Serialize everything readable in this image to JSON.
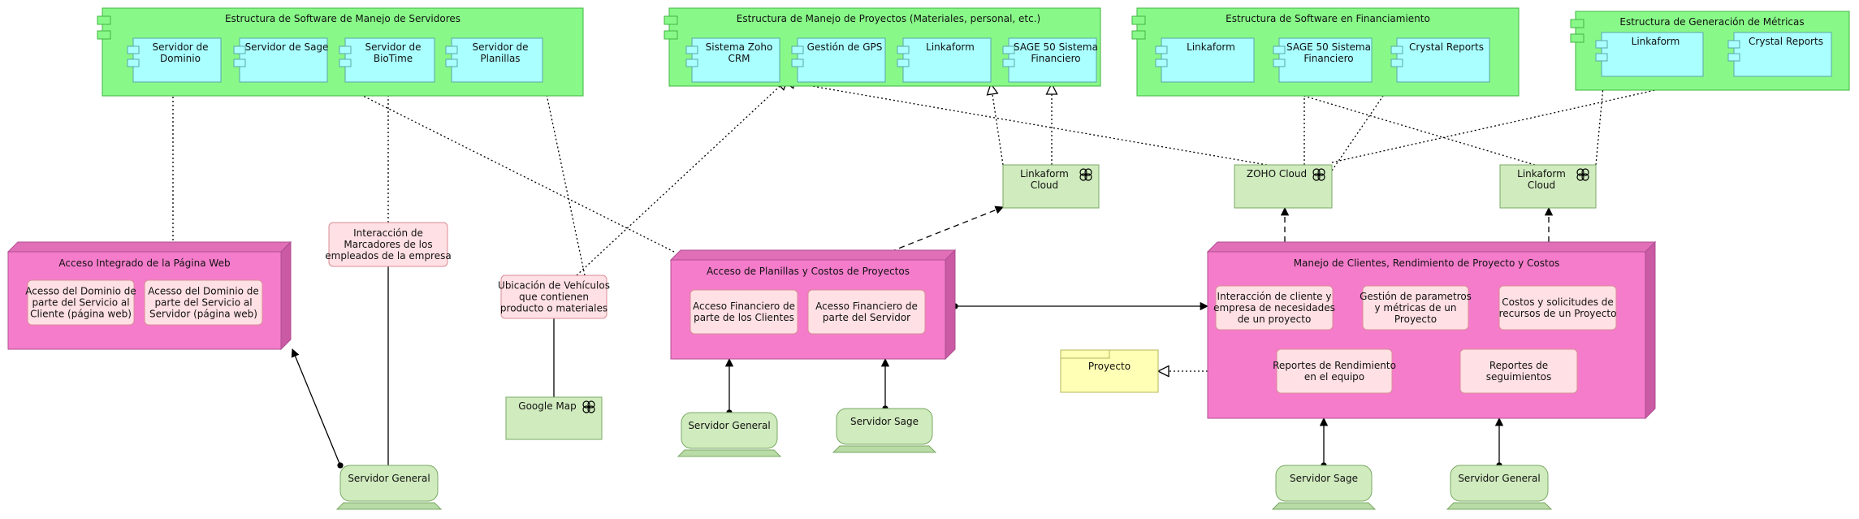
{
  "colors": {
    "group_fill": "#88f988",
    "group_stroke": "#3fb53f",
    "component_fill": "#aaffff",
    "node_front": "#f57ccb",
    "node_top": "#e06fb8",
    "node_side": "#c95aa3",
    "process_fill": "#ffe0e4",
    "process_stroke": "#d88c96",
    "app_green": "#d0ebbe",
    "app_stroke": "#7aa864",
    "note_fill": "#ffffb5",
    "note_stroke": "#b5b55a"
  },
  "groups": {
    "servidores": {
      "title": "Estructura de Software de Manejo de Servidores",
      "components": [
        "Servidor de\nDominio",
        "Servidor de Sage",
        "Servidor de\nBioTime",
        "Servidor de\nPlanillas"
      ]
    },
    "proyectos": {
      "title": "Estructura de Manejo de Proyectos (Materiales, personal, etc.)",
      "components": [
        "Sistema Zoho\nCRM",
        "Gestión de GPS",
        "Linkaform",
        "SAGE 50 Sistema\nFinanciero"
      ]
    },
    "financiamiento": {
      "title": "Estructura de Software en Financiamiento",
      "components": [
        "Linkaform",
        "SAGE 50 Sistema\nFinanciero",
        "Crystal Reports"
      ]
    },
    "metricas": {
      "title": "Estructura de Generación de Métricas",
      "components": [
        "Linkaform",
        "Crystal Reports"
      ]
    }
  },
  "nodes": {
    "web": {
      "title": "Acceso Integrado de la Página Web",
      "items": [
        "Acesso del Dominio de\nparte del Servicio al\nCliente (página web)",
        "Acesso del Dominio de\nparte del Servicio al\nServidor (página web)"
      ]
    },
    "planillas": {
      "title": "Acceso de Planillas y Costos de Proyectos",
      "items": [
        "Acceso Financiero de\nparte de los Clientes",
        "Acesso Financiero de\nparte del Servidor"
      ]
    },
    "clientes": {
      "title": "Manejo de Clientes, Rendimiento de Proyecto y Costos",
      "items": [
        "Interacción de cliente y\nempresa de necesidades\nde un proyecto",
        "Gestión de parametros\ny métricas de un\nProyecto",
        "Costos y solicitudes de\nrecursos de un Proyecto",
        "Reportes de\nseguimientos",
        "Reportes de Rendimiento\nen el equipo"
      ]
    }
  },
  "floating": {
    "marcadores": "Interacción de\nMarcadores de los\nempleados de la empresa",
    "vehiculos": "Ubicación de Vehículos\nque contienen\nproducto o materiales"
  },
  "apps": {
    "linkaform_1": "Linkaform\nCloud",
    "zoho": "ZOHO Cloud",
    "linkaform_2": "Linkaform\nCloud",
    "google": "Google Map"
  },
  "devices": {
    "general_1": "Servidor General",
    "general_2": "Servidor General",
    "sage_1": "Servidor Sage",
    "sage_2": "Servidor Sage",
    "general_3": "Servidor General"
  },
  "note": "Proyecto"
}
